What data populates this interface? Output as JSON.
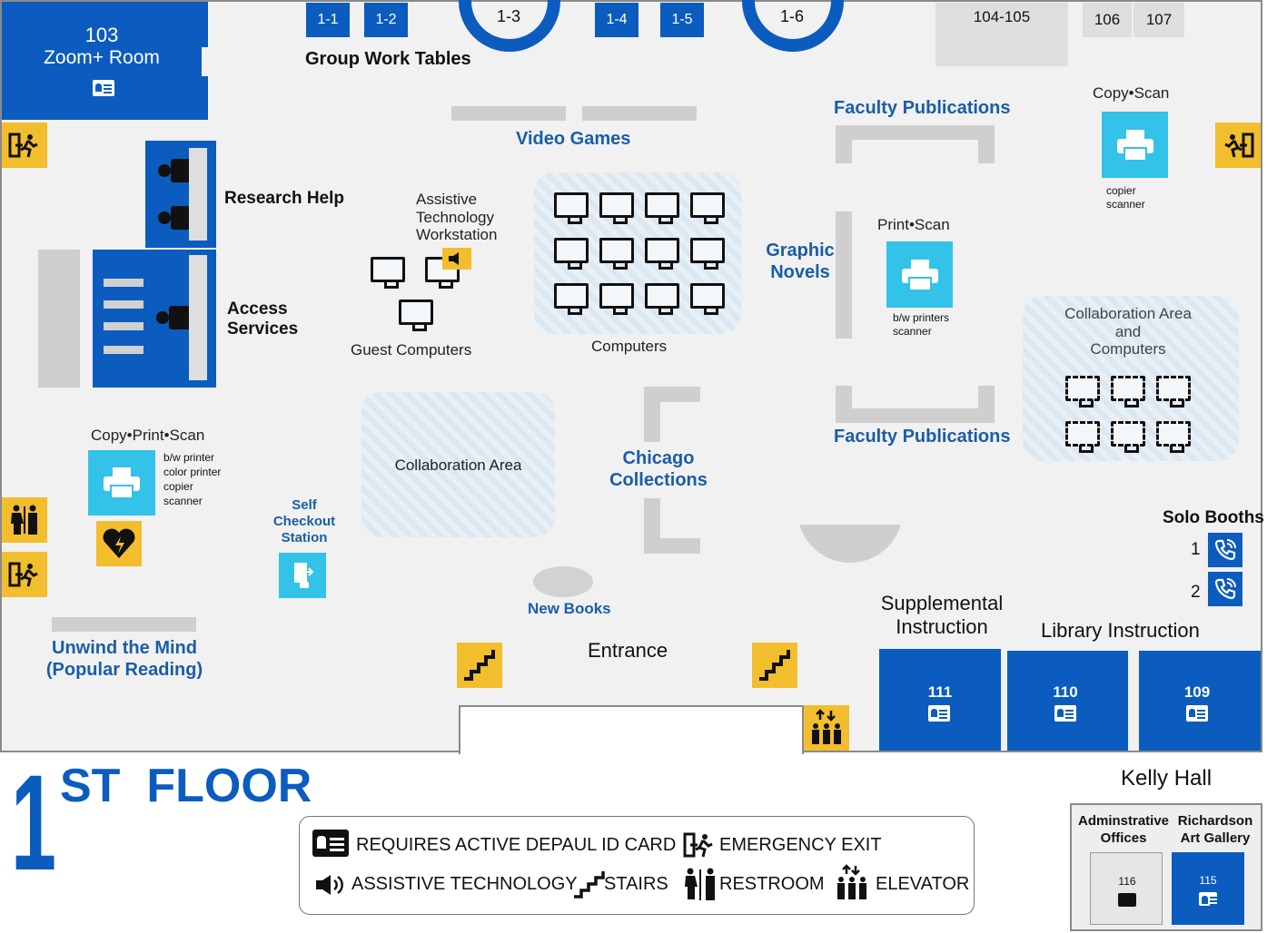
{
  "rooms": {
    "room_103": {
      "number": "103",
      "name": "Zoom+ Room"
    },
    "room_104_105": "104-105",
    "room_106": "106",
    "room_107": "107",
    "room_111": "111",
    "room_110": "110",
    "room_109": "109"
  },
  "group_tables": {
    "label": "Group Work Tables",
    "tables": [
      "1-1",
      "1-2",
      "1-3",
      "1-4",
      "1-5",
      "1-6"
    ]
  },
  "areas": {
    "research_help": "Research Help",
    "access_services_l1": "Access",
    "access_services_l2": "Services",
    "video_games": "Video Games",
    "assistive_l1": "Assistive",
    "assistive_l2": "Technology",
    "assistive_l3": "Workstation",
    "guest_computers": "Guest Computers",
    "computers": "Computers",
    "faculty_publications_top": "Faculty Publications",
    "faculty_publications_bottom": "Faculty Publications",
    "graphic_novels_l1": "Graphic",
    "graphic_novels_l2": "Novels",
    "collab_computers_l1": "Collaboration Area",
    "collab_computers_l2": "and",
    "collab_computers_l3": "Computers",
    "collaboration_area": "Collaboration Area",
    "chicago_l1": "Chicago",
    "chicago_l2": "Collections",
    "self_checkout_l1": "Self",
    "self_checkout_l2": "Checkout",
    "self_checkout_l3": "Station",
    "new_books": "New Books",
    "unwind_l1": "Unwind the Mind",
    "unwind_l2": "(Popular Reading)",
    "entrance": "Entrance",
    "supplemental_l1": "Supplemental",
    "supplemental_l2": "Instruction",
    "library_instruction": "Library Instruction",
    "solo_booths": "Solo Booths",
    "solo_1": "1",
    "solo_2": "2"
  },
  "services": {
    "copy_scan_top": {
      "title": "Copy•Scan",
      "line1": "copier",
      "line2": "scanner"
    },
    "print_scan": {
      "title": "Print•Scan",
      "line1": "b/w printers",
      "line2": "scanner"
    },
    "copy_print_scan": {
      "title": "Copy•Print•Scan",
      "line1": "b/w printer",
      "line2": "color printer",
      "line3": "copier",
      "line4": "scanner"
    }
  },
  "floor_title": {
    "number": "1",
    "suffix": "ST  FLOOR"
  },
  "kelly_hall": {
    "title": "Kelly Hall",
    "admin_l1": "Adminstrative",
    "admin_l2": "Offices",
    "gallery_l1": "Richardson",
    "gallery_l2": "Art Gallery",
    "room_116": "116",
    "room_115": "115"
  },
  "legend": {
    "id_card": "REQUIRES ACTIVE DEPAUL ID CARD",
    "emergency_exit": "EMERGENCY EXIT",
    "assistive_tech": "ASSISTIVE TECHNOLOGY",
    "stairs": "STAIRS",
    "restroom": "RESTROOM",
    "elevator": "ELEVATOR"
  },
  "colors": {
    "blue": "#0b5cbe",
    "yellow": "#f3be2d",
    "cyan": "#33c2e8",
    "label_blue": "#1a5da8"
  },
  "icons": [
    "emergency-exit-icon",
    "restroom-icon",
    "aed-icon",
    "stairs-icon",
    "elevator-icon",
    "printer-icon",
    "phone-icon",
    "id-card-icon",
    "speaker-icon",
    "self-checkout-icon"
  ]
}
